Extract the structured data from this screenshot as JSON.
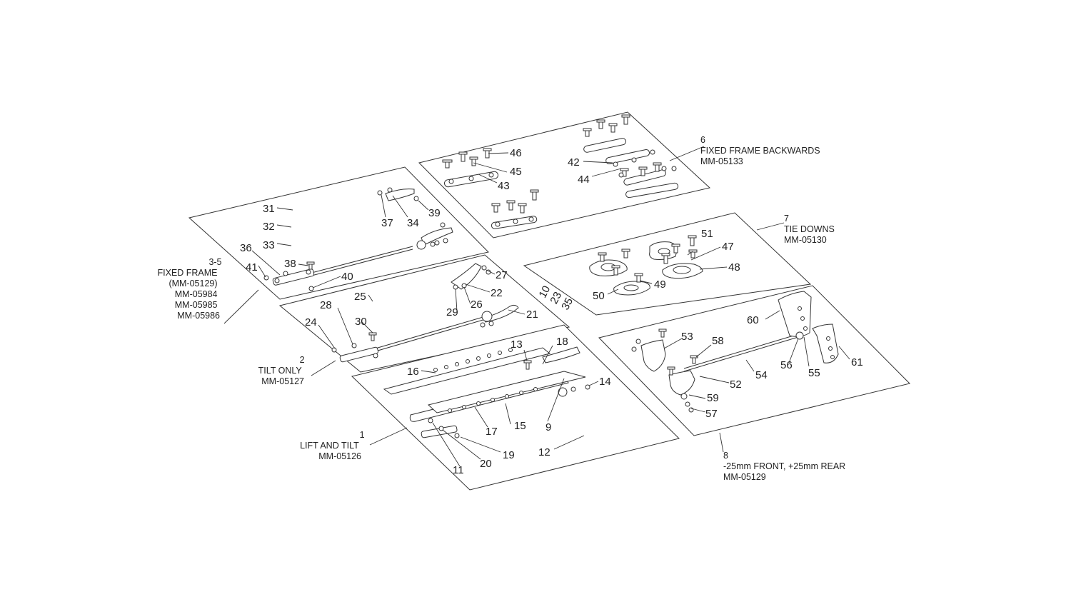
{
  "groups": {
    "fixed_frame_backwards": {
      "number": "6",
      "title": "FIXED FRAME BACKWARDS",
      "codes": [
        "MM-05133"
      ]
    },
    "tie_downs": {
      "number": "7",
      "title": "TIE DOWNS",
      "codes": [
        "MM-05130"
      ]
    },
    "fixed_frame": {
      "number": "3-5",
      "title": "FIXED FRAME",
      "codes": [
        "(MM-05129)",
        "MM-05984",
        "MM-05985",
        "MM-05986"
      ]
    },
    "tilt_only": {
      "number": "2",
      "title": "TILT ONLY",
      "codes": [
        "MM-05127"
      ]
    },
    "lift_and_tilt": {
      "number": "1",
      "title": "LIFT AND TILT",
      "codes": [
        "MM-05126"
      ]
    },
    "offset": {
      "number": "8",
      "title": "-25mm FRONT, +25mm REAR",
      "codes": [
        "MM-05129"
      ]
    }
  },
  "callouts": {
    "p9": "9",
    "p10": "10",
    "p11": "11",
    "p12": "12",
    "p13": "13",
    "p14": "14",
    "p15": "15",
    "p16": "16",
    "p17": "17",
    "p18": "18",
    "p19": "19",
    "p20": "20",
    "p21": "21",
    "p22": "22",
    "p23": "23",
    "p24": "24",
    "p25": "25",
    "p26": "26",
    "p27": "27",
    "p28": "28",
    "p29": "29",
    "p30": "30",
    "p31": "31",
    "p32": "32",
    "p33": "33",
    "p34": "34",
    "p35": "35",
    "p36": "36",
    "p37": "37",
    "p38": "38",
    "p39": "39",
    "p40": "40",
    "p41": "41",
    "p42": "42",
    "p43": "43",
    "p44": "44",
    "p45": "45",
    "p46": "46",
    "p47": "47",
    "p48": "48",
    "p49": "49",
    "p50": "50",
    "p51": "51",
    "p52": "52",
    "p53": "53",
    "p54": "54",
    "p55": "55",
    "p56": "56",
    "p57": "57",
    "p58": "58",
    "p59": "59",
    "p60": "60",
    "p61": "61"
  }
}
